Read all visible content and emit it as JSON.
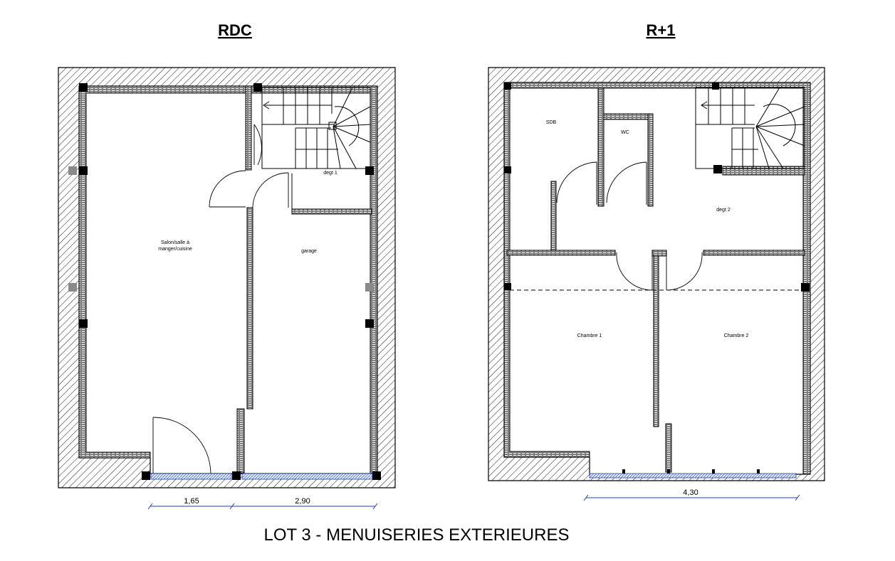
{
  "plans": {
    "rdc": {
      "title": "RDC",
      "rooms": {
        "salon_line1": "Salon/salle à",
        "salon_line2": "manger/cuisine",
        "garage": "garage",
        "degt": "degt 1"
      },
      "dimensions": [
        "1,65",
        "2,90"
      ]
    },
    "r1": {
      "title": "R+1",
      "rooms": {
        "sdb": "SDB",
        "wc": "WC",
        "degt": "degt 2",
        "chambre1": "Chambre 1",
        "chambre2": "Chambre 2"
      },
      "dimensions": [
        "4,30"
      ]
    }
  },
  "caption": "LOT 3 - MENUISERIES EXTERIEURES"
}
